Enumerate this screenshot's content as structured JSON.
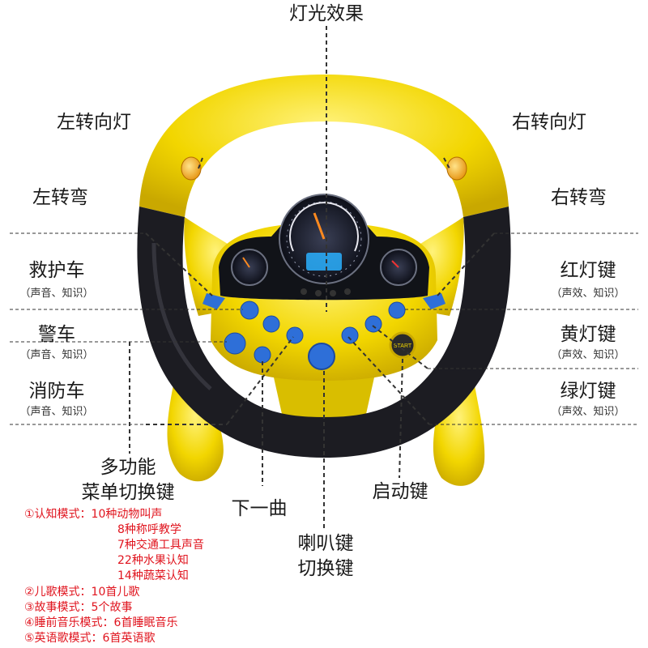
{
  "labels": {
    "lights": "灯光效果",
    "left_signal": "左转向灯",
    "right_signal": "右转向灯",
    "left_turn": "左转弯",
    "right_turn": "右转弯",
    "ambulance": "救护车",
    "ambulance_sub": "（声音、知识）",
    "police": "警车",
    "police_sub": "（声音、知识）",
    "fire": "消防车",
    "fire_sub": "（声音、知识）",
    "red_key": "红灯键",
    "red_key_sub": "（声效、知识）",
    "yellow_key": "黄灯键",
    "yellow_key_sub": "（声效、知识）",
    "green_key": "绿灯键",
    "green_key_sub": "（声效、知识）",
    "menu_line1": "多功能",
    "menu_line2": "菜单切换键",
    "next": "下一曲",
    "start": "启动键",
    "horn_line1": "喇叭键",
    "horn_line2": "切换键"
  },
  "modes": [
    "①认知模式：10种动物叫声",
    "8种称呼教学",
    "7种交通工具声音",
    "22种水果认知",
    "14种蔬菜认知",
    "②儿歌模式：10首儿歌",
    "③故事模式：5个故事",
    "④睡前音乐模式：6首睡眠音乐",
    "⑤英语歌模式：6首英语歌"
  ],
  "colors": {
    "wheel_yellow": "#f2d600",
    "wheel_black": "#1c1c22",
    "button_blue": "#2e6fd8",
    "mode_text": "#e0141e"
  },
  "start_button_text": "START"
}
